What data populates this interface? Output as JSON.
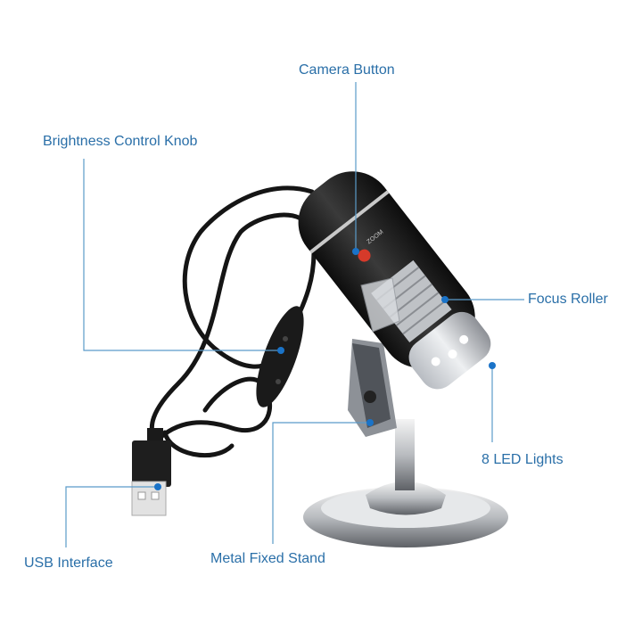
{
  "labels": {
    "camera_button": "Camera Button",
    "brightness_knob": "Brightness Control Knob",
    "focus_roller": "Focus Roller",
    "led_lights": "8 LED Lights",
    "usb_interface": "USB Interface",
    "metal_stand": "Metal Fixed Stand"
  },
  "device_marking": "ZOOM",
  "colors": {
    "label_text": "#2a6fa8",
    "leader_line": "#5b9bc9",
    "callout_dot": "#1a73c8",
    "device_body": "#1b1b1b"
  }
}
